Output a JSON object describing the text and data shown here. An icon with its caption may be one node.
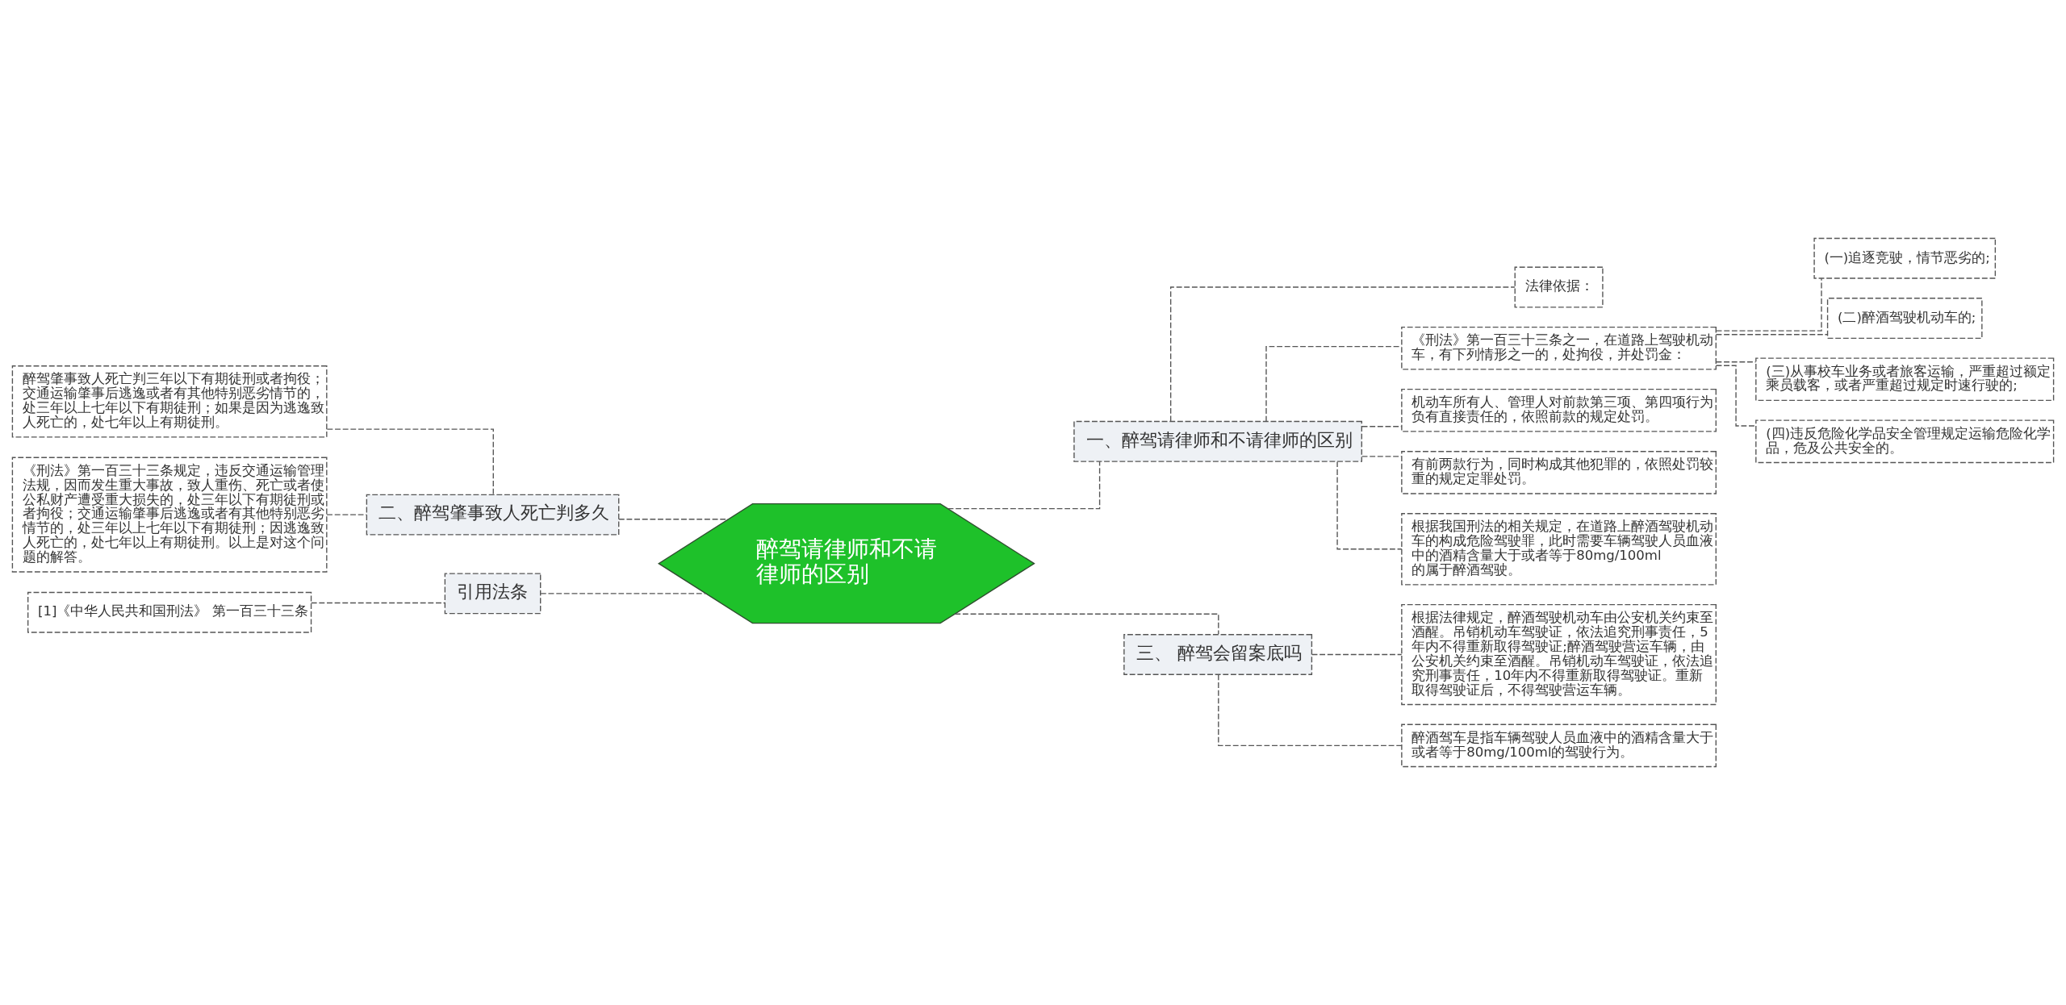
{
  "diagram": {
    "nodes": [
      {
        "text": [
          "醉驾请律师和不请律师的区别"
        ]
      },
      {
        "text": [
          "一、醉驾请律师和不请律师的区别"
        ]
      },
      {
        "text": [
          "法律依据："
        ]
      },
      {
        "text": [
          "《刑法》第一百三十三条之一，在道路上驾驶机动车，有下列情形之一的，处拘役，并处罚金："
        ]
      },
      {
        "text": [
          "(一)追逐竞驶，情节恶劣的;"
        ]
      },
      {
        "text": [
          "(二)醉酒驾驶机动车的;"
        ]
      },
      {
        "text": [
          "(三)从事校车业务或者旅客运输，严重超过额定乘员载客，或者严重超过规定时速行驶的;"
        ]
      },
      {
        "text": [
          "(四)违反危险化学品安全管理规定运输危险化学品，危及公共安全的。"
        ]
      },
      {
        "text": [
          "机动车所有人、管理人对前款第三项、第四项行为负有直接责任的，依照前款的规定处罚。"
        ]
      },
      {
        "text": [
          "有前两款行为，同时构成其他犯罪的，依照处罚较重的规定定罪处罚。"
        ]
      },
      {
        "text": [
          "根据我国刑法的相关规定，在道路上醉酒驾驶机动车的构成危险驾驶罪，此时需要车辆驾驶人员血液中的酒精含量大于或者等于80mg/100ml的属于醉酒驾驶。"
        ]
      },
      {
        "text": [
          "三、 醉驾会留案底吗"
        ]
      },
      {
        "text": [
          "根据法律规定，醉酒驾驶机动车由公安机关约束至酒醒。吊销机动车驾驶证，依法追究刑事责任，5年内不得重新取得驾驶证;醉酒驾驶营运车辆，由公安机关约束至酒醒。吊销机动车驾驶证，依法追究刑事责任，10年内不得重新取得驾驶证。重新取得驾驶证后，不得驾驶营运车辆。"
        ]
      },
      {
        "text": [
          "醉酒驾车是指车辆驾驶人员血液中的酒精含量大于或者等于80mg/100ml的驾驶行为。"
        ]
      },
      {
        "text": [
          "二、醉驾肇事致人死亡判多久"
        ]
      },
      {
        "text": [
          "醉驾肇事致人死亡判三年以下有期徒刑或者拘役；交通运输肇事后逃逸或者有其他特别恶劣情节的，处三年以上七年以下有期徒刑；如果是因为逃逸致人死亡的，处七年以上有期徒刑。"
        ]
      },
      {
        "text": [
          "《刑法》第一百三十三条规定，违反交通运输管理法规，因而发生重大事故，致人重伤、死亡或者使公私财产遭受重大损失的，处三年以下有期徒刑或者拘役；交通运输肇事后逃逸或者有其他特别恶劣情节的，处三年以上七年以下有期徒刑；因逃逸致人死亡的，处七年以上有期徒刑。以上是对这个问题的解答。"
        ]
      },
      {
        "text": [
          "引用法条"
        ]
      },
      {
        "text": [
          "[1]《中华人民共和国刑法》 第一百三十三条"
        ]
      }
    ],
    "edges": [
      {
        "from": 0,
        "to": 1,
        "arrow": "none",
        "style": "dashed"
      },
      {
        "from": 1,
        "to": 2,
        "arrow": "none",
        "style": "dashed"
      },
      {
        "from": 1,
        "to": 3,
        "arrow": "none",
        "style": "dashed"
      },
      {
        "from": 3,
        "to": 4,
        "arrow": "none",
        "style": "dashed"
      },
      {
        "from": 3,
        "to": 5,
        "arrow": "none",
        "style": "dashed"
      },
      {
        "from": 3,
        "to": 6,
        "arrow": "none",
        "style": "dashed"
      },
      {
        "from": 3,
        "to": 7,
        "arrow": "none",
        "style": "dashed"
      },
      {
        "from": 1,
        "to": 8,
        "arrow": "none",
        "style": "dashed"
      },
      {
        "from": 1,
        "to": 9,
        "arrow": "none",
        "style": "dashed"
      },
      {
        "from": 1,
        "to": 10,
        "arrow": "none",
        "style": "dashed"
      },
      {
        "from": 0,
        "to": 11,
        "arrow": "none",
        "style": "dashed"
      },
      {
        "from": 11,
        "to": 12,
        "arrow": "none",
        "style": "dashed"
      },
      {
        "from": 11,
        "to": 13,
        "arrow": "none",
        "style": "dashed"
      },
      {
        "from": 0,
        "to": 14,
        "arrow": "none",
        "style": "dashed"
      },
      {
        "from": 14,
        "to": 15,
        "arrow": "none",
        "style": "dashed"
      },
      {
        "from": 14,
        "to": 16,
        "arrow": "none",
        "style": "dashed"
      },
      {
        "from": 0,
        "to": 17,
        "arrow": "none",
        "style": "dashed"
      },
      {
        "from": 17,
        "to": 18,
        "arrow": "none",
        "style": "dashed"
      }
    ]
  }
}
